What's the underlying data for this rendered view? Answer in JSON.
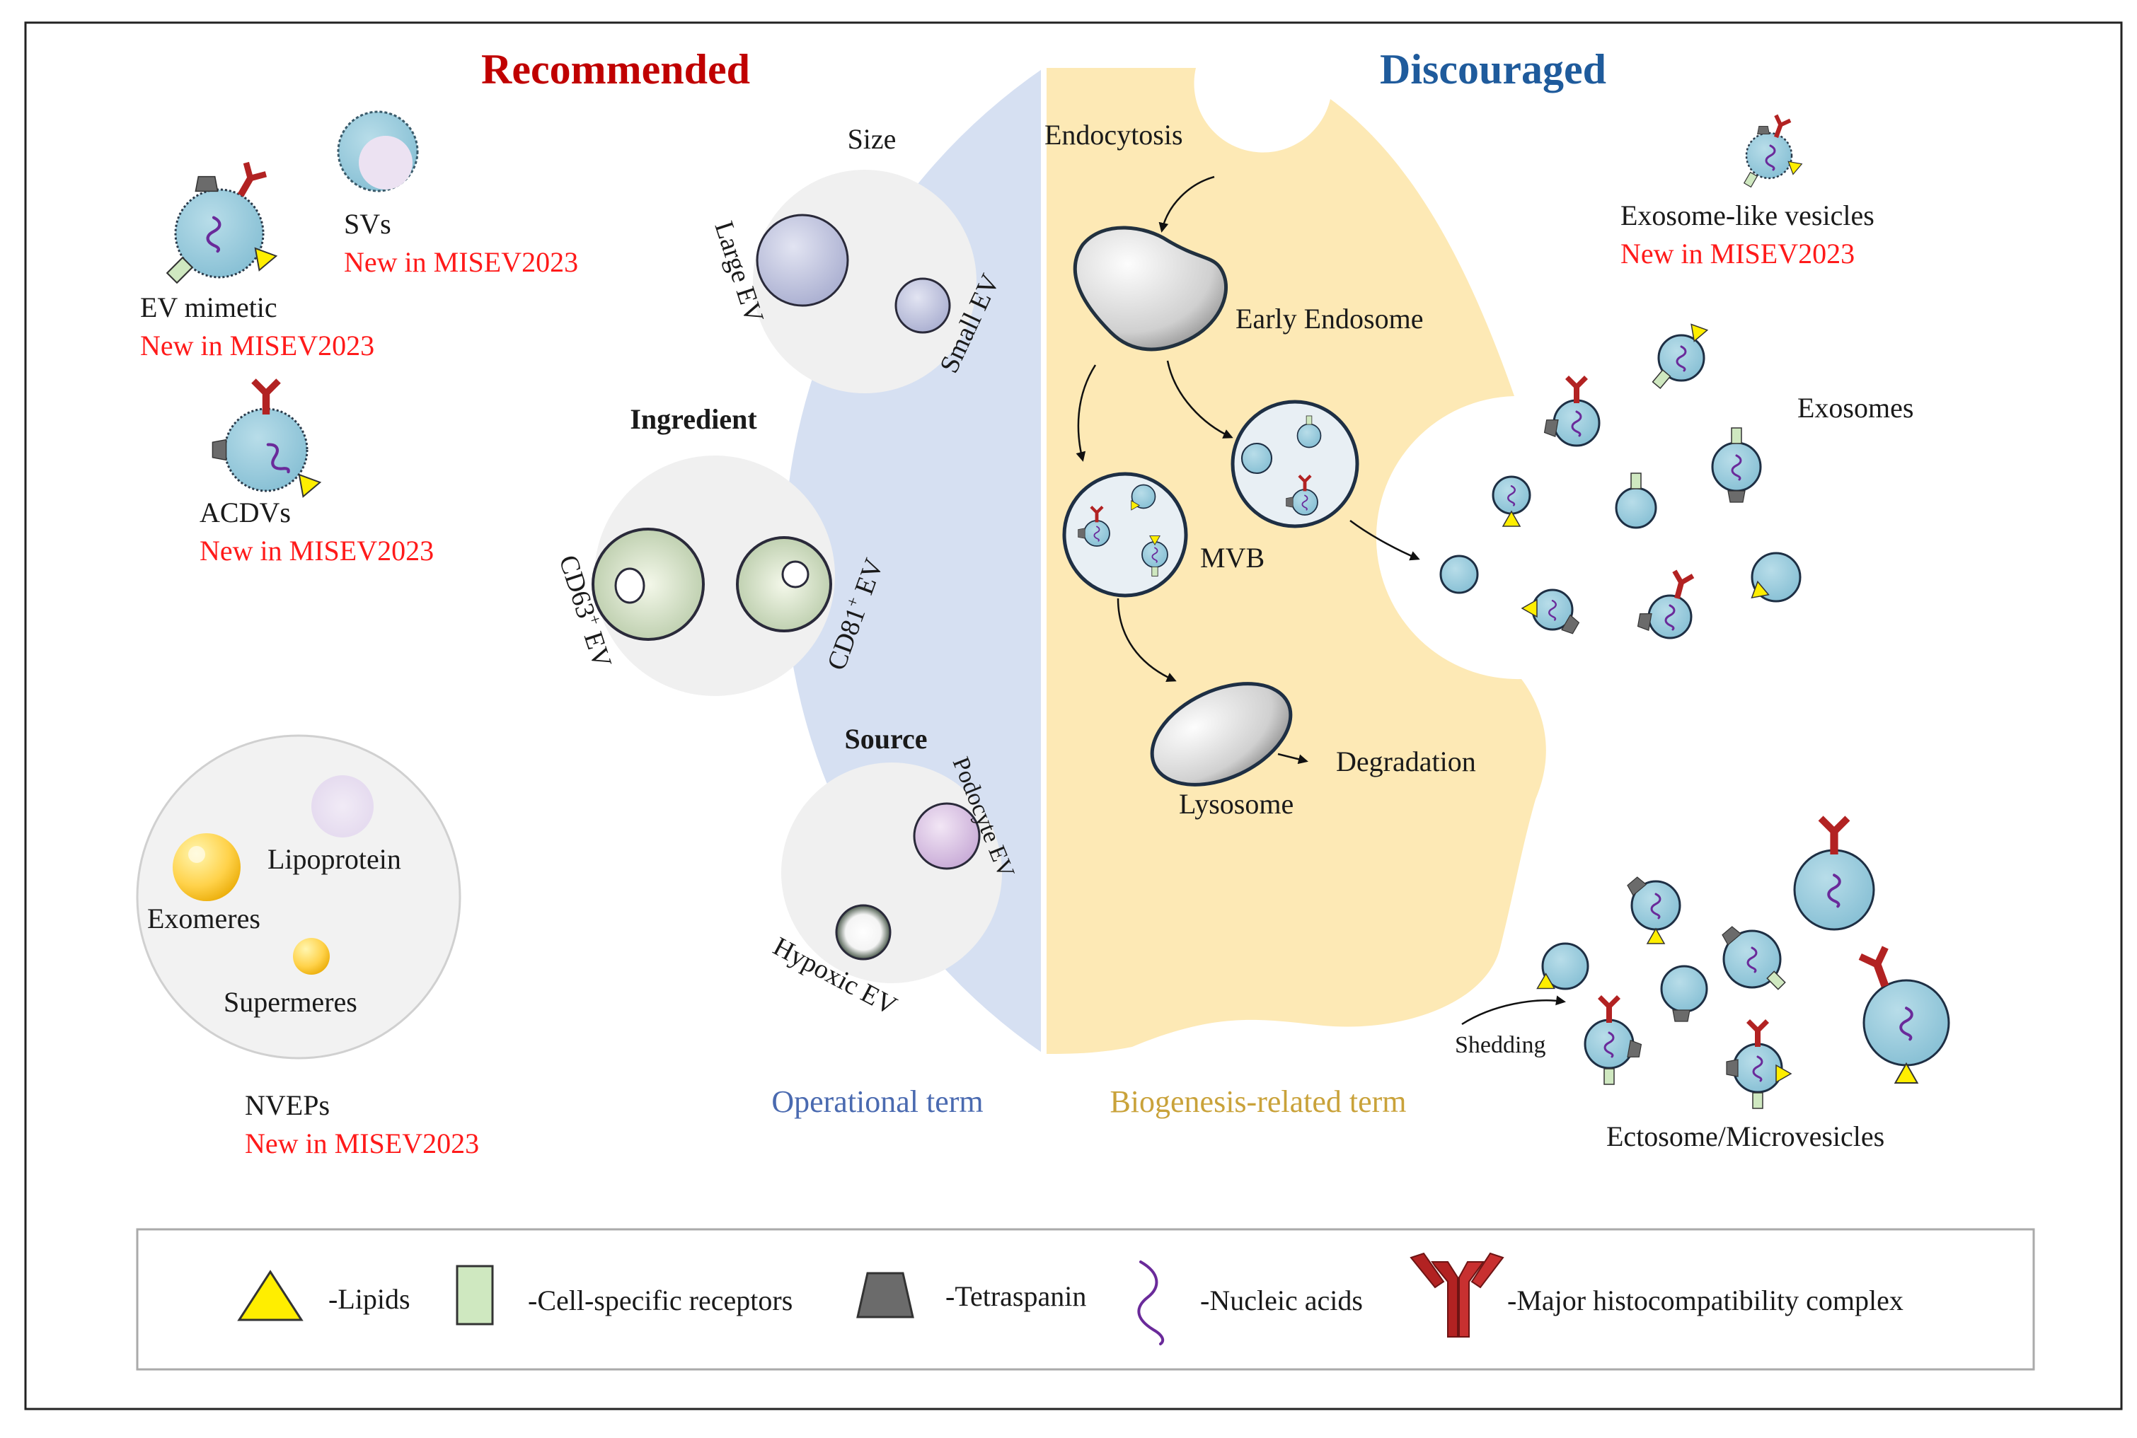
{
  "headings": {
    "recommended": "Recommended",
    "discouraged": "Discouraged"
  },
  "recommended_side": {
    "sv": {
      "label": "SVs",
      "note": "New in MISEV2023"
    },
    "ev_mimetic": {
      "label": "EV mimetic",
      "note": "New in MISEV2023"
    },
    "acdv": {
      "label": "ACDVs",
      "note": "New in MISEV2023"
    },
    "nvep_group": {
      "items": [
        "Lipoprotein",
        "Exomeres",
        "Supermeres"
      ],
      "label": "NVEPs",
      "note": "New in MISEV2023"
    }
  },
  "operational": {
    "size": {
      "title": "Size",
      "large": "Large EV",
      "small": "Small EV"
    },
    "ingredient": {
      "title": "Ingredient",
      "cd63": "CD63",
      "cd81": "CD81",
      "sup": "+",
      "ev": "EV"
    },
    "source": {
      "title": "Source",
      "podocyte": "Podocyte EV",
      "hypoxic": "Hypoxic EV"
    },
    "term": "Operational term"
  },
  "biogenesis": {
    "endocytosis": "Endocytosis",
    "early_endosome": "Early Endosome",
    "mvb": "MVB",
    "lysosome": "Lysosome",
    "degradation": "Degradation",
    "term": "Biogenesis-related term"
  },
  "discouraged_side": {
    "exosome_like": {
      "label": "Exosome-like vesicles",
      "note": "New in MISEV2023"
    },
    "exosomes": "Exosomes",
    "shedding": "Shedding",
    "ectosome": "Ectosome/Microvesicles"
  },
  "legend": [
    {
      "icon": "lipid-triangle-icon",
      "label": "-Lipids"
    },
    {
      "icon": "receptor-rectangle-icon",
      "label": "-Cell-specific receptors"
    },
    {
      "icon": "tetraspanin-trapezoid-icon",
      "label": "-Tetraspanin"
    },
    {
      "icon": "nucleic-acid-squiggle-icon",
      "label": "-Nucleic acids"
    },
    {
      "icon": "mhc-antibody-icon",
      "label": "-Major histocompatibility complex"
    }
  ],
  "colors": {
    "vesicle": "#9ecfe0",
    "operational_bg": "#d6e0f2",
    "biogenesis_bg": "#fde9b5",
    "heading_red": "#c00000",
    "heading_blue": "#1f5b9c",
    "new_note": "#ff1a1a",
    "mhc": "#b22222",
    "nucleic": "#6a2a9a",
    "lipid": "#ffee00",
    "receptor": "#cfe8c0",
    "tetraspanin": "#6b6b6b"
  }
}
